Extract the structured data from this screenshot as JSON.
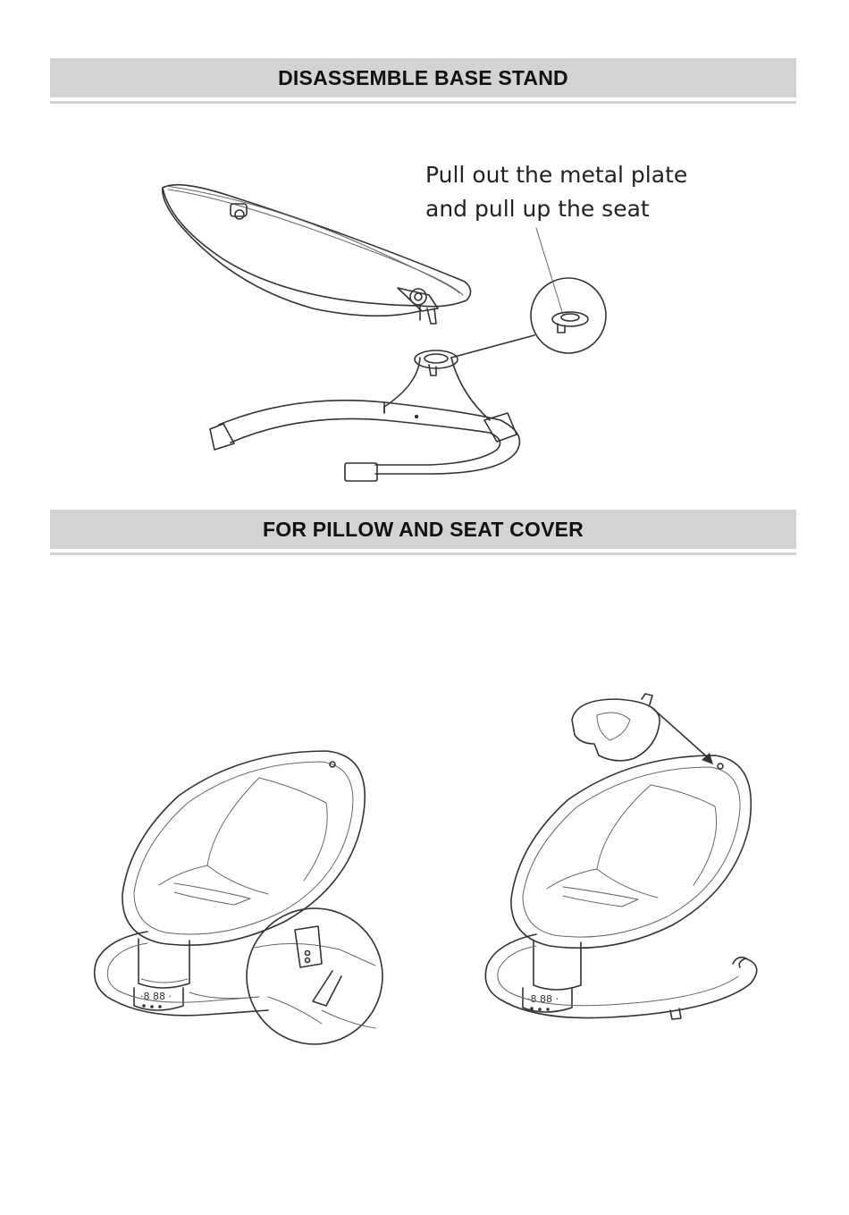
{
  "sections": [
    {
      "title": "DISASSEMBLE BASE STAND"
    },
    {
      "title": "FOR PILLOW AND SEAT COVER"
    }
  ],
  "callout": {
    "line1": "Pull out the metal plate",
    "line2": "and pull up the seat"
  }
}
